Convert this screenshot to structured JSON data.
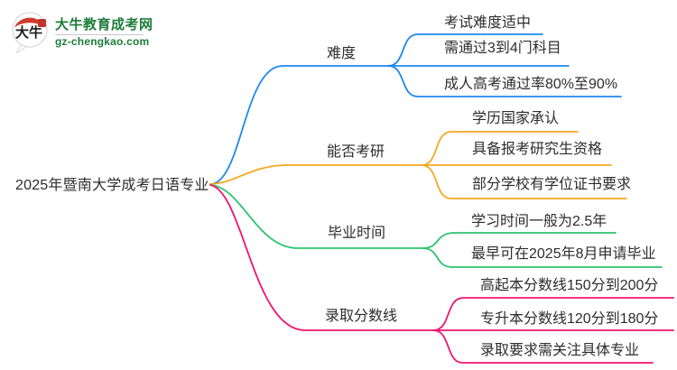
{
  "page": {
    "background": "#ffffff"
  },
  "logo": {
    "icon_text": "大牛",
    "title": "大牛教育成考网",
    "domain": "gz-chengkao.com",
    "colors": {
      "green": "#1e7c3a",
      "red": "#d23b2e",
      "seal_red": "#c03528",
      "ink": "#1c1c1c",
      "bubble_stroke": "#d9d9d9"
    }
  },
  "mindmap": {
    "root": {
      "label": "2025年暨南大学成考日语专业",
      "color": "#2d2d2d"
    },
    "branches": [
      {
        "label": "难度",
        "color": "#1e88f0",
        "children": [
          "考试难度适中",
          "需通过3到4门科目",
          "成人高考通过率80%至90%"
        ]
      },
      {
        "label": "能否考研",
        "color": "#f6a81c",
        "children": [
          "学历国家承认",
          "具备报考研究生资格",
          "部分学校有学位证书要求"
        ]
      },
      {
        "label": "毕业时间",
        "color": "#2ac46f",
        "children": [
          "学习时间一般为2.5年",
          "最早可在2025年8月申请毕业"
        ]
      },
      {
        "label": "录取分数线",
        "color": "#f0136e",
        "children": [
          "高起本分数线150分到200分",
          "专升本分数线120分到180分",
          "录取要求需关注具体专业"
        ]
      }
    ]
  }
}
